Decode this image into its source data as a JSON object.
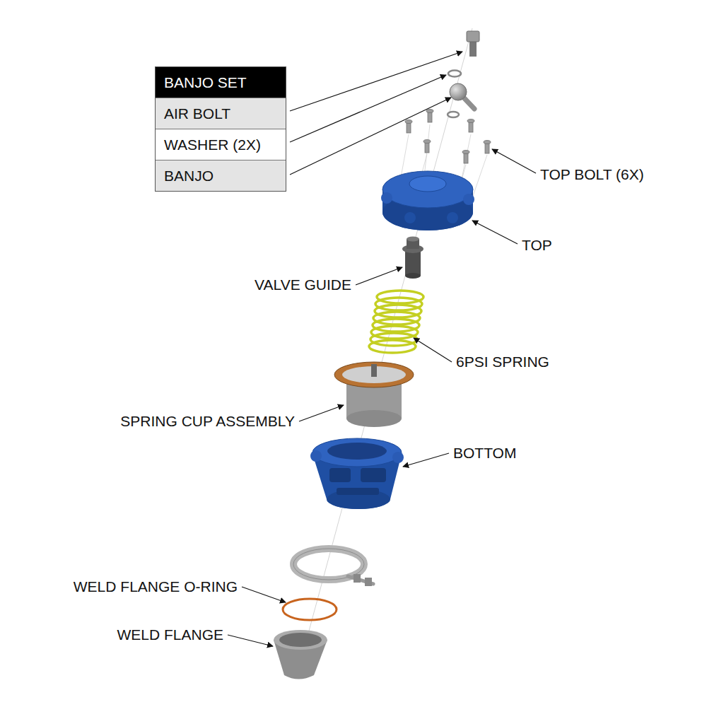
{
  "diagram": {
    "nodes": [
      {
        "text": [
          "BANJO SET"
        ]
      },
      {
        "text": [
          "AIR BOLT"
        ],
        "in": 0
      },
      {
        "text": [
          "WASHER (2X)"
        ],
        "in": 0
      },
      {
        "text": [
          "BANJO"
        ],
        "in": 0
      }
    ],
    "labels": [
      "TOP BOLT (6X)",
      "TOP",
      "VALVE GUIDE",
      "6PSI SPRING",
      "SPRING CUP ASSEMBLY",
      "BOTTOM",
      "WELD FLANGE O-RING",
      "WELD FLANGE"
    ]
  }
}
